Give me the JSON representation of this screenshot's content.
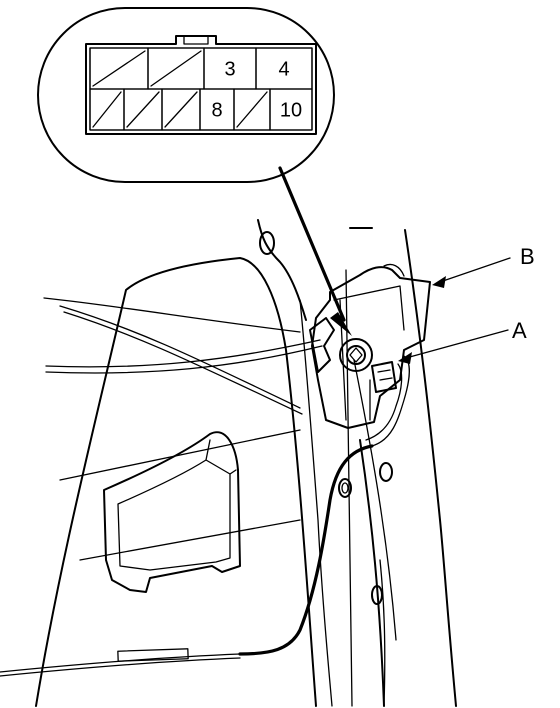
{
  "callouts": {
    "a": "A",
    "b": "B"
  },
  "connector": {
    "pins": [
      {
        "id": "pin-1",
        "label": "",
        "hatched": true
      },
      {
        "id": "pin-2",
        "label": "",
        "hatched": true
      },
      {
        "id": "pin-3",
        "label": "3",
        "hatched": false
      },
      {
        "id": "pin-4",
        "label": "4",
        "hatched": false
      },
      {
        "id": "pin-5",
        "label": "",
        "hatched": true
      },
      {
        "id": "pin-6",
        "label": "",
        "hatched": true
      },
      {
        "id": "pin-7",
        "label": "",
        "hatched": true
      },
      {
        "id": "pin-8",
        "label": "8",
        "hatched": false
      },
      {
        "id": "pin-9",
        "label": "",
        "hatched": true
      },
      {
        "id": "pin-10",
        "label": "10",
        "hatched": false
      }
    ]
  },
  "colors": {
    "line": "#000000",
    "background": "#ffffff"
  }
}
